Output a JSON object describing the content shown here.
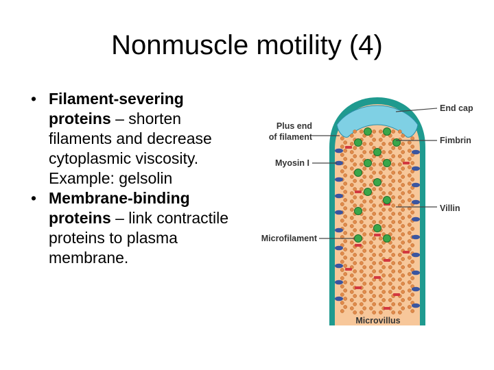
{
  "slide": {
    "title": "Nonmuscle motility (4)",
    "bullets": [
      {
        "term": "Filament-severing proteins",
        "text": " – shorten filaments and decrease cytoplasmic viscosity. Example: gelsolin"
      },
      {
        "term": "Membrane-binding proteins",
        "text": " – link contractile proteins to plasma membrane."
      }
    ]
  },
  "figure": {
    "labels": {
      "end_cap": "End cap",
      "plus_end_line1": "Plus end",
      "plus_end_line2": "of filament",
      "fimbrin": "Fimbrin",
      "myosin": "Myosin I",
      "villin": "Villin",
      "microfilament": "Microfilament",
      "microvillus": "Microvillus"
    },
    "colors": {
      "membrane": "#1f9a8f",
      "cytoplasm": "#f7c79a",
      "end_cap": "#7fd0e4",
      "actin": "#e08a4a",
      "fimbrin": "#3aa64a",
      "myosin": "#3a55a0",
      "villin": "#d2383f"
    }
  }
}
